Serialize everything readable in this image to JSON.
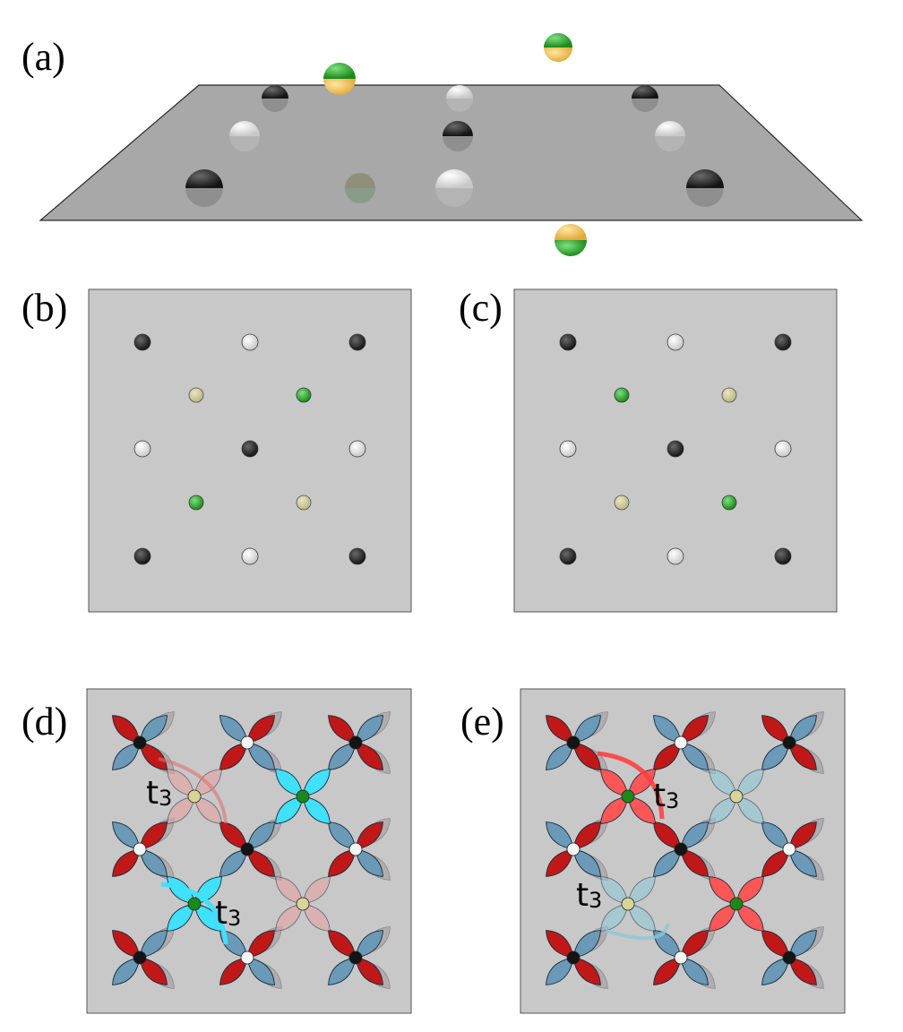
{
  "panels": {
    "a": {
      "label": "(a)"
    },
    "b": {
      "label": "(b)"
    },
    "c": {
      "label": "(c)"
    },
    "d": {
      "label": "(d)",
      "hopping_label": "t",
      "hopping_sub": "3"
    },
    "e": {
      "label": "(e)",
      "hopping_label": "t",
      "hopping_sub": "3"
    }
  },
  "colors": {
    "plane": "#a8a8a8",
    "panel_bg": "#c8c8c8",
    "atom_black": "#141414",
    "atom_white": "#f4f4f4",
    "atom_green": "#1a8a1a",
    "atom_yellow": "#d8d49a",
    "lobe_red": "#c01818",
    "lobe_blue": "#6a9ab8",
    "lobe_cyan": "#40e0ff",
    "lobe_pink": "#ff5050"
  }
}
